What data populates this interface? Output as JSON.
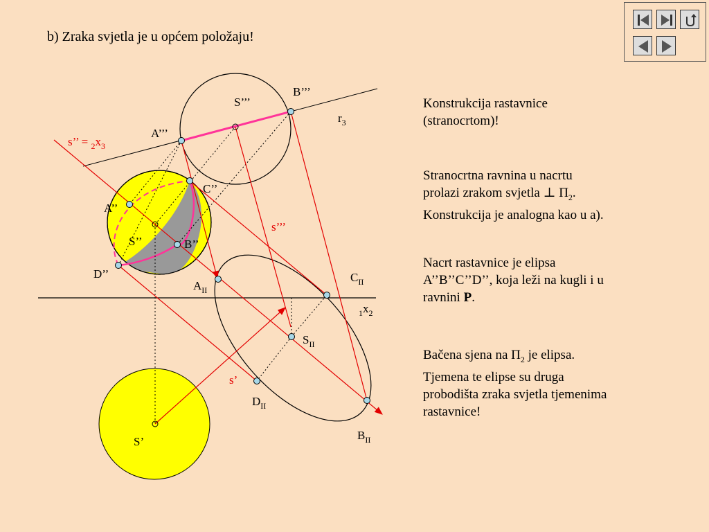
{
  "title": "b) Zraka svjetla je u  općem položaju!",
  "nav": {
    "first_icon": "first-slide-icon",
    "last_icon": "last-slide-icon",
    "return_icon": "return-icon",
    "prev_icon": "previous-slide-icon",
    "next_icon": "next-slide-icon"
  },
  "text_blocks": [
    {
      "lines": [
        "Konstrukcija rastavnice",
        "(stranocrtom)!"
      ]
    },
    {
      "lines": [
        "Stranocrtna ravnina u nacrtu",
        "prolazi zrakom  svjetla  ⊥ Π",
        ".",
        "Konstrukcija je analogna kao u a)."
      ]
    },
    {
      "lines": [
        "Nacrt rastavnice je elipsa",
        "A’’B’’C’’D’’, koja leži na kugli i u",
        "ravnini ",
        "P",
        "."
      ]
    },
    {
      "lines": [
        "Bačena sjena na Π",
        " je elipsa.",
        "Tjemena te elipse su druga",
        "probodišta zraka svjetla tjemenima",
        "rastavnice!"
      ]
    }
  ],
  "subscripts": {
    "pi2": "2",
    "pi2b": "2"
  },
  "labels": {
    "B3": "B’’’",
    "S3": "S’’’",
    "A3": "A’’’",
    "r3": "r",
    "r3_sub": "3",
    "s2_a": "s’’ = ",
    "s2_b": "2",
    "s2_c": "x",
    "s2_d": "3",
    "C2": "C’’",
    "A2": "A’’",
    "S2": "S’’",
    "B2": "B’’",
    "D2": "D’’",
    "s3": "s’’’",
    "CII": "C",
    "CII_sub": "II",
    "AII": "A",
    "AII_sub": "II",
    "x12_a": "1",
    "x12_b": "x",
    "x12_c": "2",
    "SII": "S",
    "SII_sub": "II",
    "s1": "s’",
    "DII": "D",
    "DII_sub": "II",
    "S1": "S’",
    "BII": "B",
    "BII_sub": "II"
  },
  "colors": {
    "background": "#FBDFC1",
    "sphere": "#FFFF00",
    "shadow": "#999999",
    "ray": "#E30000",
    "separatrix": "#FF3399",
    "point": "#A8D8E8"
  }
}
